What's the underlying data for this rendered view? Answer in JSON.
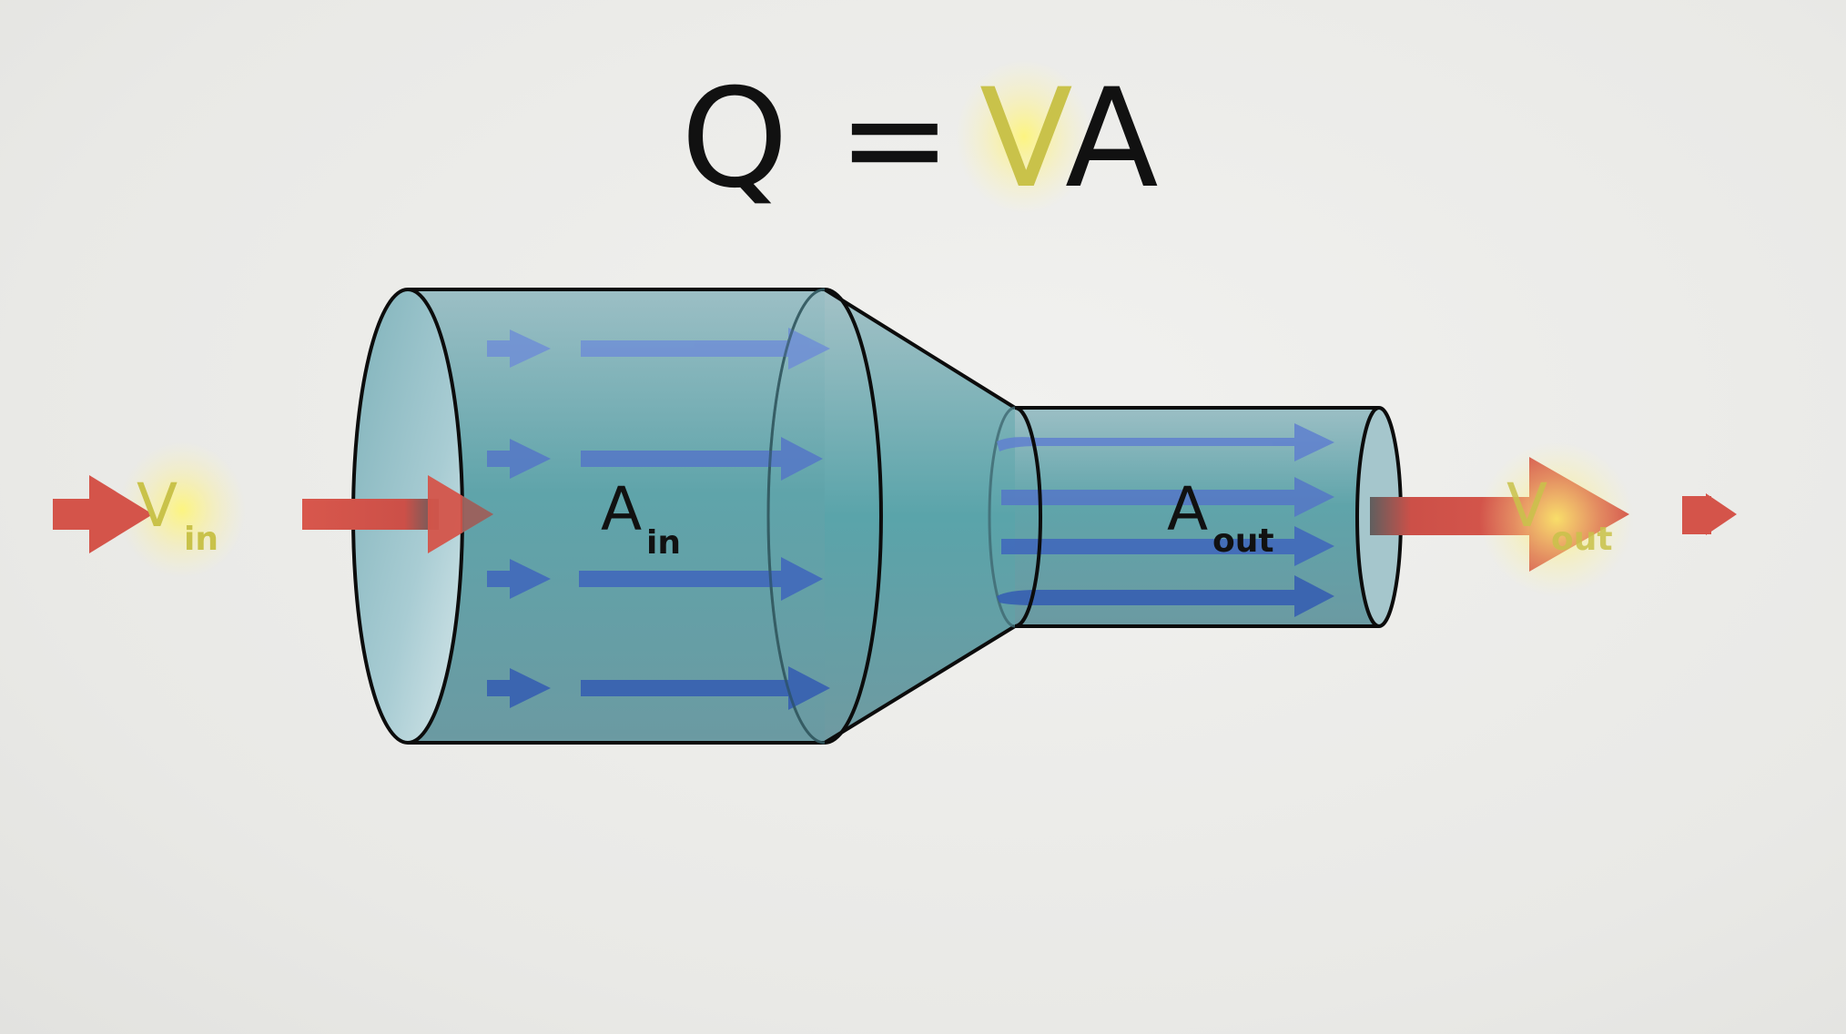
{
  "equation": {
    "lhs": "Q",
    "equals": "=",
    "velocity": "V",
    "area": "A"
  },
  "labels": {
    "area_in": {
      "main": "A",
      "sub": "in"
    },
    "area_out": {
      "main": "A",
      "sub": "out"
    },
    "velocity_in": {
      "main": "V",
      "sub": "in"
    },
    "velocity_out": {
      "main": "V",
      "sub": "out"
    }
  },
  "colors": {
    "text": "#111111",
    "highlight": "#c9c24a",
    "glow": "#f4ef6a",
    "fluid": "#5e9ea3",
    "fluid_light": "#b8d6dc",
    "flow_arrow": "#3f6fc0",
    "velocity_arrow": "#d4544a",
    "outline": "#0c0c0c"
  }
}
